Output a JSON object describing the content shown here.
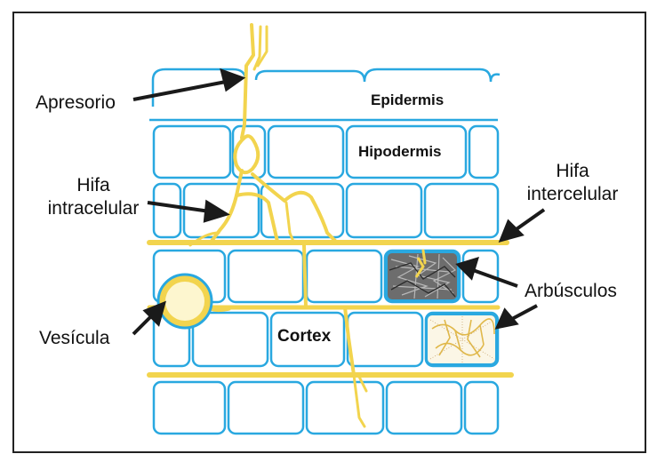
{
  "labels": {
    "apresorio": "Apresorio",
    "epidermis": "Epidermis",
    "hipodermis": "Hipodermis",
    "hifa_intra_1": "Hifa",
    "hifa_intra_2": "intracelular",
    "hifa_inter_1": "Hifa",
    "hifa_inter_2": "intercelular",
    "arbusculos": "Arbúsculos",
    "vesicula": "Vesícula",
    "cortex": "Cortex"
  },
  "colors": {
    "cell_wall": "#29a8e0",
    "hypha": "#f2d44e",
    "arrow": "#1a1a1a",
    "vesicle_fill": "#fdf6cf"
  }
}
